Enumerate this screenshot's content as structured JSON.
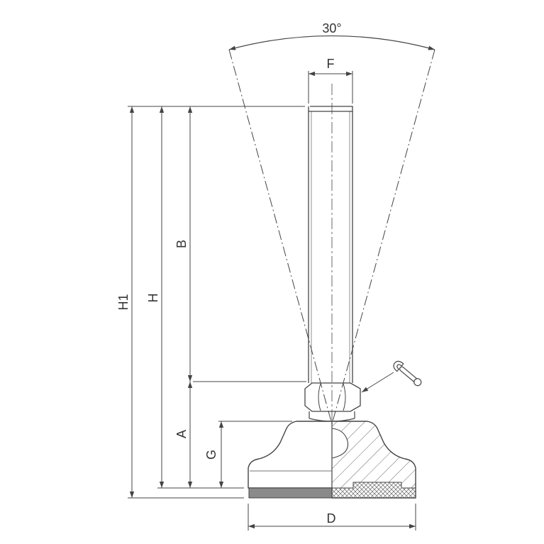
{
  "labels": {
    "angle": "30°",
    "F": "F",
    "B": "B",
    "A": "A",
    "G": "G",
    "H": "H",
    "H1": "H1",
    "D": "D"
  },
  "icons": {
    "tool": "wrench-icon"
  },
  "colors": {
    "line": "#444444",
    "pad": "#8a8a8a",
    "hatch": "#666666"
  }
}
